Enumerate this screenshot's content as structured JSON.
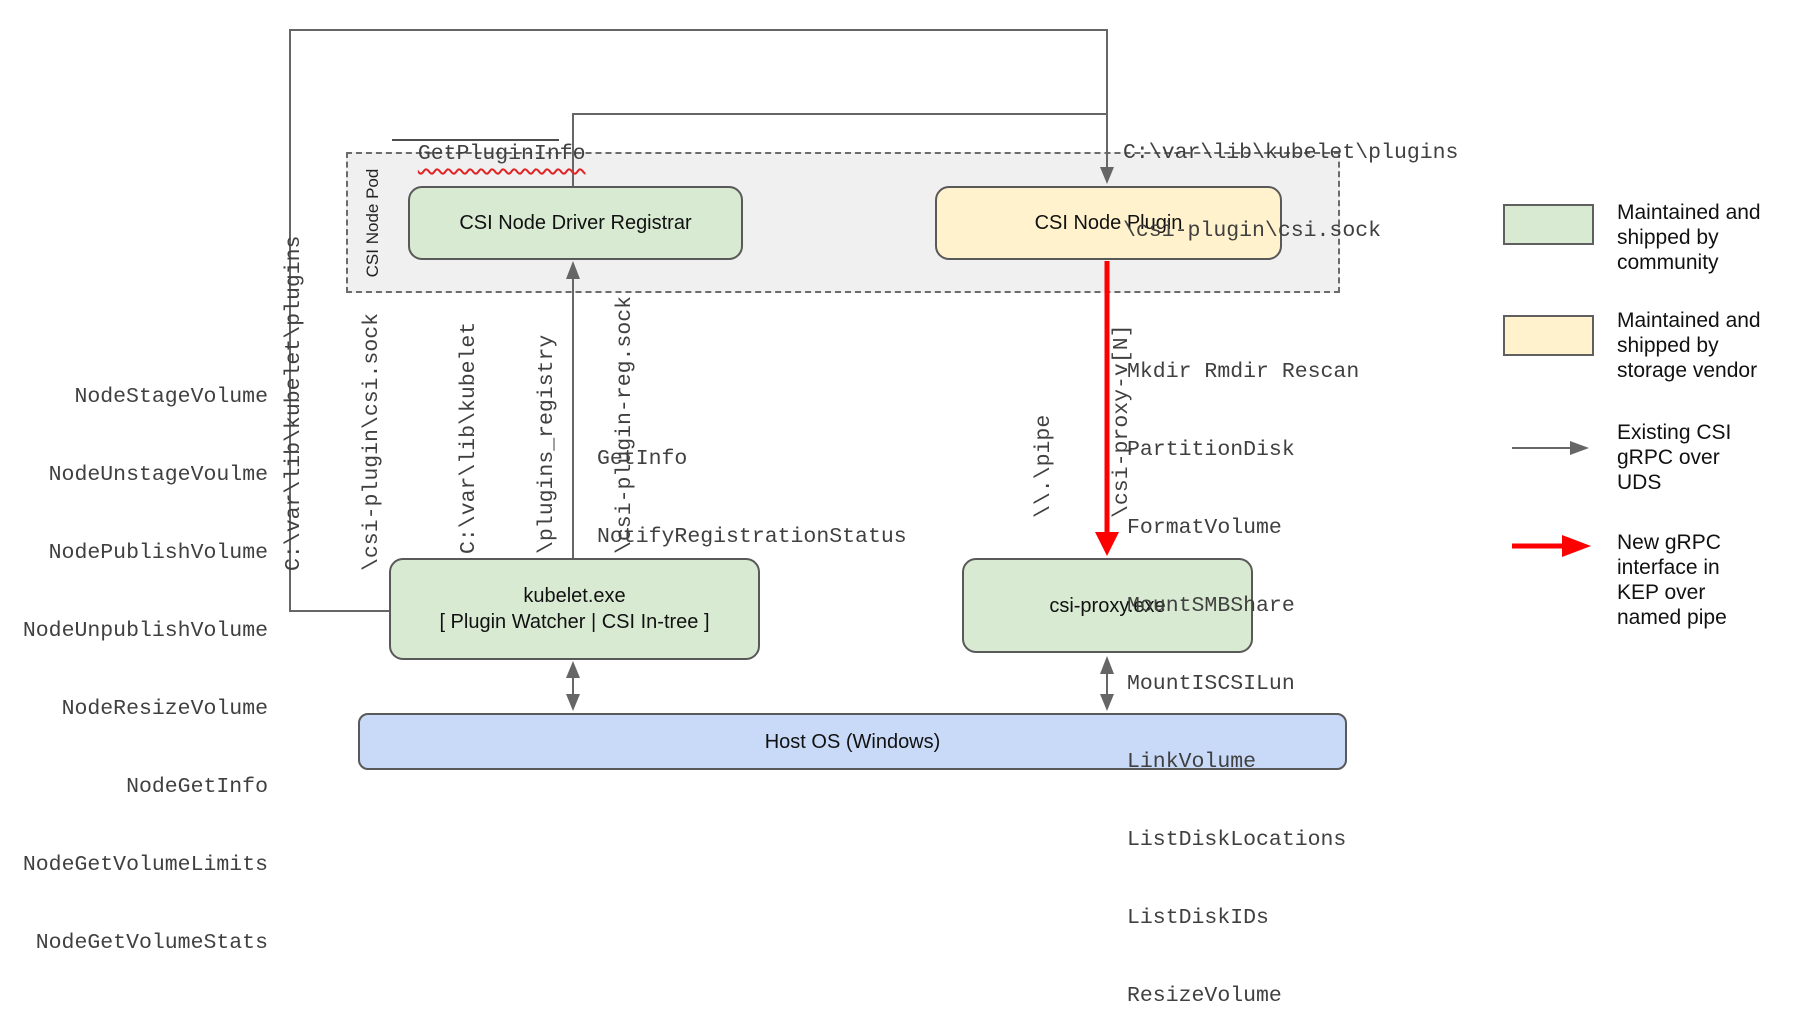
{
  "pod": {
    "label": "CSI Node Pod"
  },
  "boxes": {
    "registrar": "CSI Node Driver Registrar",
    "plugin": "CSI Node Plugin",
    "kubelet": [
      "kubelet.exe",
      "[ Plugin Watcher | CSI In-tree ]"
    ],
    "csi_proxy": "csi-proxy.exe",
    "host_os": "Host OS (Windows)"
  },
  "labels": {
    "get_plugin_info": "GetPluginInfo",
    "csi_sock_path": [
      "C:\\var\\lib\\kubelet\\plugins",
      "\\csi-plugin\\csi.sock"
    ],
    "csi_sock_path_vertical": [
      "C:\\var\\lib\\kubelet\\plugins",
      "\\csi-plugin\\csi.sock"
    ],
    "reg_sock_path": [
      "C:\\var\\lib\\kubelet",
      "\\plugins_registry",
      "\\csi-plugin-reg.sock"
    ],
    "named_pipe_path": [
      "\\\\.\\pipe",
      "\\csi-proxy-v[N]"
    ],
    "registration_calls": [
      "GetInfo",
      "NotifyRegistrationStatus"
    ],
    "node_calls": [
      "NodeStageVolume",
      "NodeUnstageVoulme",
      "NodePublishVolume",
      "NodeUnpublishVolume",
      "NodeResizeVolume",
      "NodeGetInfo",
      "NodeGetVolumeLimits",
      "NodeGetVolumeStats"
    ],
    "proxy_calls": [
      "Mkdir Rmdir Rescan",
      "PartitionDisk",
      "FormatVolume",
      "MountSMBShare",
      "MountISCSILun",
      "LinkVolume",
      "ListDiskLocations",
      "ListDiskIDs",
      "ResizeVolume"
    ]
  },
  "legend": {
    "community": {
      "lines": [
        "Maintained and",
        "shipped by",
        "community"
      ],
      "fill": "#d9ead3"
    },
    "vendor": {
      "lines": [
        "Maintained and",
        "shipped by",
        "storage vendor"
      ],
      "fill": "#fff2cc"
    },
    "uds_arrow": {
      "lines": [
        "Existing CSI",
        "gRPC over",
        "UDS"
      ],
      "color": "#666666"
    },
    "pipe_arrow": {
      "lines": [
        "New gRPC",
        "interface in",
        "KEP over",
        "named pipe"
      ],
      "color": "#ff0000"
    }
  },
  "colors": {
    "community_fill": "#d9ead3",
    "vendor_fill": "#fff2cc",
    "host_fill": "#c9daf8",
    "pod_fill": "#f0f0f0",
    "line_gray": "#666666",
    "arrow_red": "#ff0000",
    "squiggle_red": "#e02424"
  }
}
